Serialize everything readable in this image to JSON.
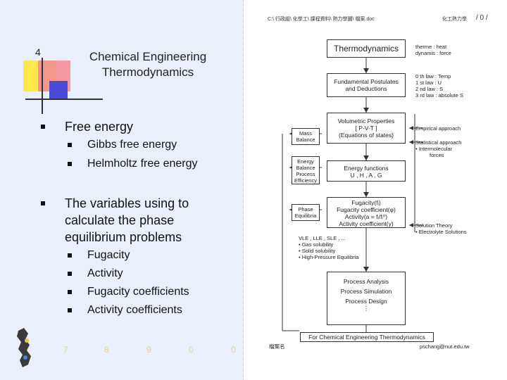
{
  "slide": {
    "number": "4",
    "title": "Chemical Engineering Thermodynamics",
    "bullets": [
      {
        "text": "Free energy",
        "subs": [
          "Gibbs free energy",
          "Helmholtz free energy"
        ]
      },
      {
        "text": "The variables using to calculate the phase equilibrium problems",
        "subs": [
          "Fugacity",
          "Activity",
          "Fugacity coefficients",
          "Activity coefficients"
        ]
      }
    ],
    "footer_marks": [
      "7",
      "8",
      "9",
      "0",
      "0"
    ]
  },
  "diagram": {
    "header_left": "C:\\ 行政組\\ 化學工\\ 課程資料\\ 熱力學圖\\ 檔案.doc",
    "header_mid": "化工熱力學",
    "header_right": "/ 0 /",
    "top_box": "Thermodynamics",
    "top_note": [
      "therme : heat",
      "dynamis : force"
    ],
    "postulates_box": [
      "Fundamental Postulates",
      "and Deductions"
    ],
    "laws": [
      "0 th law : Temp",
      "1 st law : U",
      "2 nd law : S",
      "3 rd law : absolute S"
    ],
    "volumetric_box": [
      "Volumetric Properties",
      "[ P-V-T ]",
      "(Equations of states)"
    ],
    "empirical": "Empirical approach",
    "statistical": [
      "Statistical approach",
      "• Intermolecular",
      "forces"
    ],
    "mass_balance": [
      "Mass",
      "Balance"
    ],
    "energy_balance": [
      "Energy",
      "Balance",
      "Process",
      "Efficiency"
    ],
    "energy_functions": [
      "Energy functions",
      "U , H , A , G"
    ],
    "phase_equilibria": [
      "Phase",
      "Equilibria"
    ],
    "fugacity_box": [
      "Fugacity(fᵢ)",
      "Fugacity coefficient(φ)",
      "Activity(a = fᵢ/fᵢ⁰)",
      "Activity coefficient(γ)"
    ],
    "solution_theory": [
      "Solution Theory",
      "• Electrolyte Solutions"
    ],
    "vle_list": [
      "VLE , LLE , SLE , ...",
      "• Gas solubility",
      "• Solid solubility",
      "• High-Pressure Equilibria"
    ],
    "process_box": [
      "Process Analysis",
      "Process Simulation",
      "Process Design"
    ],
    "bottom_box": "For Chemical Engineering Thermodynamics",
    "bottom_left": "檔案名",
    "bottom_right": "pschang@nut.edu.tw"
  }
}
